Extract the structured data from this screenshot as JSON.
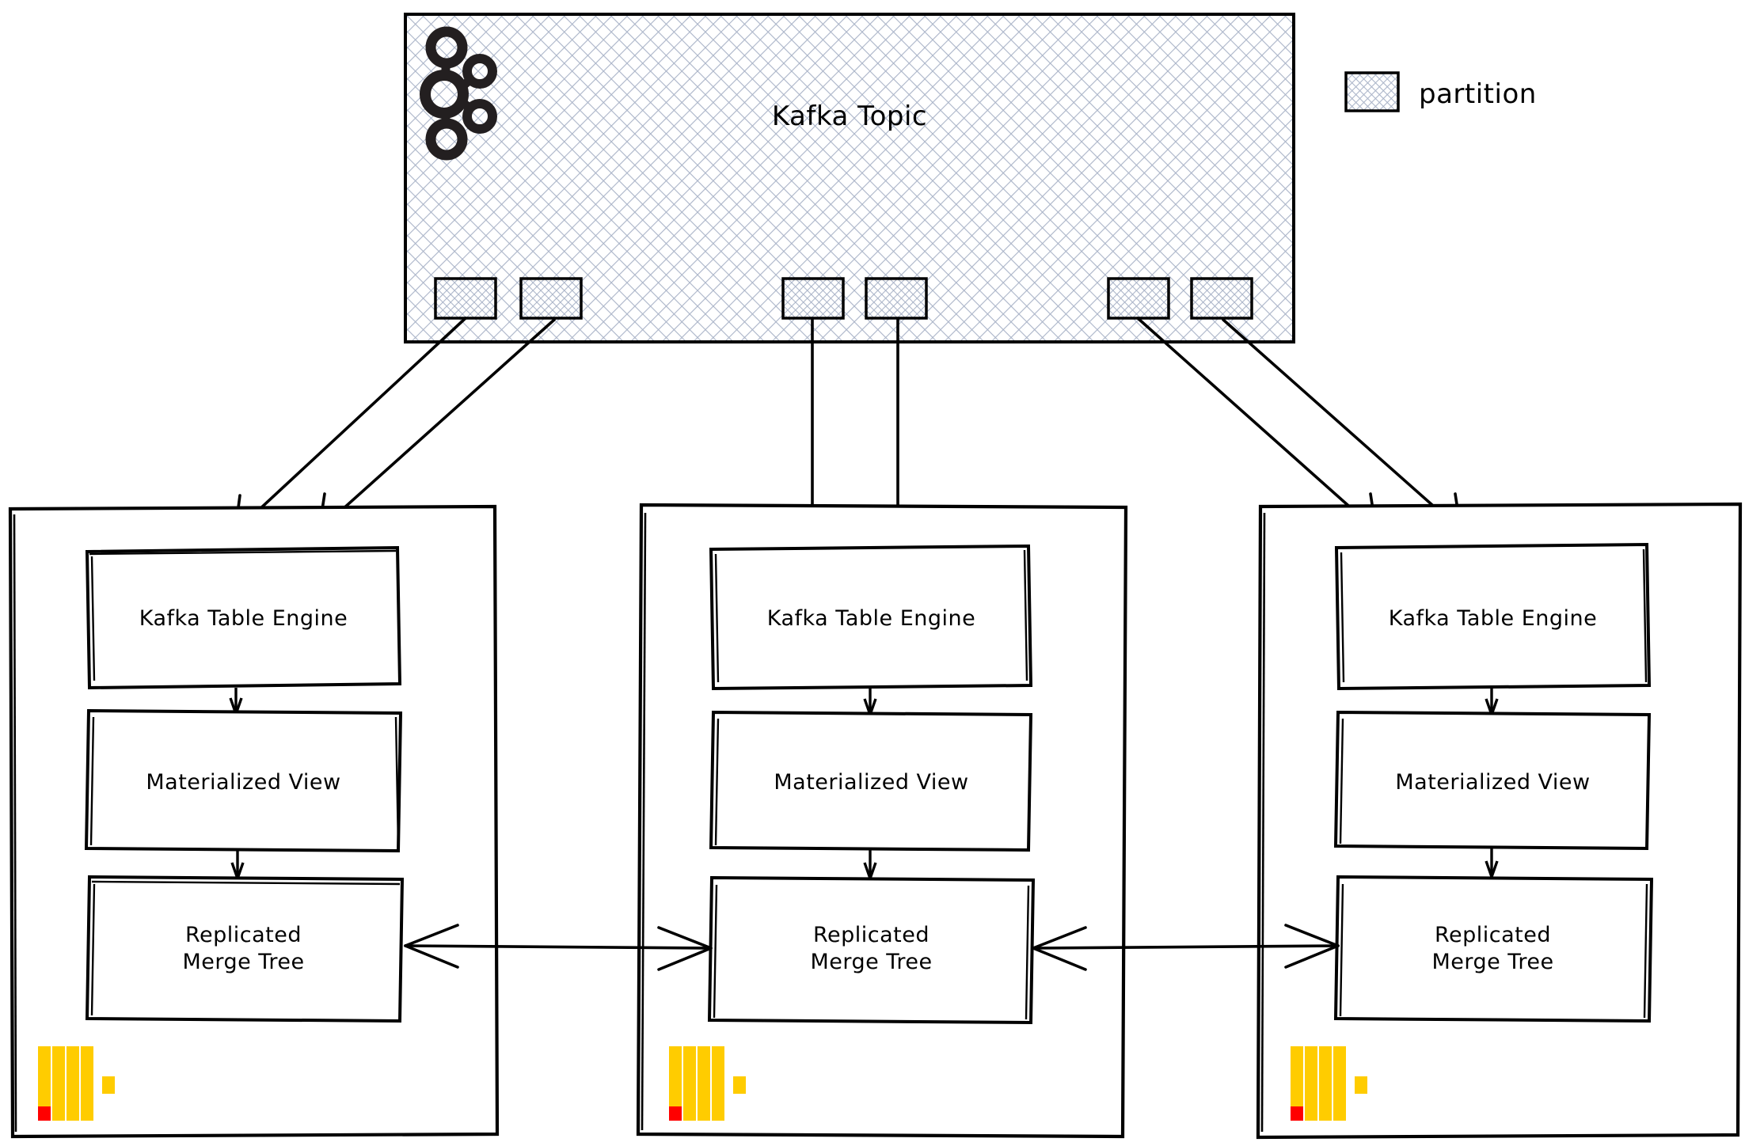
{
  "diagram": {
    "title": "Kafka Topic to ClickHouse nodes ingestion diagram",
    "background_color": "#ffffff",
    "stroke_color": "#000000",
    "hatch_color": "#aab4c8"
  },
  "kafka_topic": {
    "label": "Kafka Topic",
    "icon": "kafka-logo-icon",
    "fill": "crosshatch",
    "partitions": [
      {
        "id": "p0",
        "label": ""
      },
      {
        "id": "p1",
        "label": ""
      },
      {
        "id": "p2",
        "label": ""
      },
      {
        "id": "p3",
        "label": ""
      },
      {
        "id": "p4",
        "label": ""
      },
      {
        "id": "p5",
        "label": ""
      }
    ]
  },
  "legend": {
    "swatch_fill": "crosshatch",
    "label": "partition"
  },
  "nodes": [
    {
      "id": "node-1",
      "logo": "clickhouse-logo-icon",
      "components": [
        {
          "id": "kafka-table-engine",
          "label": "Kafka Table Engine"
        },
        {
          "id": "materialized-view",
          "label": "Materialized View"
        },
        {
          "id": "replicated-merge-tree",
          "label": "Replicated\nMerge Tree"
        }
      ]
    },
    {
      "id": "node-2",
      "logo": "clickhouse-logo-icon",
      "components": [
        {
          "id": "kafka-table-engine",
          "label": "Kafka Table Engine"
        },
        {
          "id": "materialized-view",
          "label": "Materialized View"
        },
        {
          "id": "replicated-merge-tree",
          "label": "Replicated\nMerge Tree"
        }
      ]
    },
    {
      "id": "node-3",
      "logo": "clickhouse-logo-icon",
      "components": [
        {
          "id": "kafka-table-engine",
          "label": "Kafka Table Engine"
        },
        {
          "id": "materialized-view",
          "label": "Materialized View"
        },
        {
          "id": "replicated-merge-tree",
          "label": "Replicated\nMerge Tree"
        }
      ]
    }
  ],
  "clickhouse_logo": {
    "bar_color": "#FFCC00",
    "accent_color": "#FF0000"
  },
  "connections": {
    "partition_to_node_count": 6,
    "replication_links": [
      {
        "from": "node-1",
        "to": "node-2",
        "direction": "bidirectional"
      },
      {
        "from": "node-2",
        "to": "node-3",
        "direction": "bidirectional"
      }
    ]
  }
}
